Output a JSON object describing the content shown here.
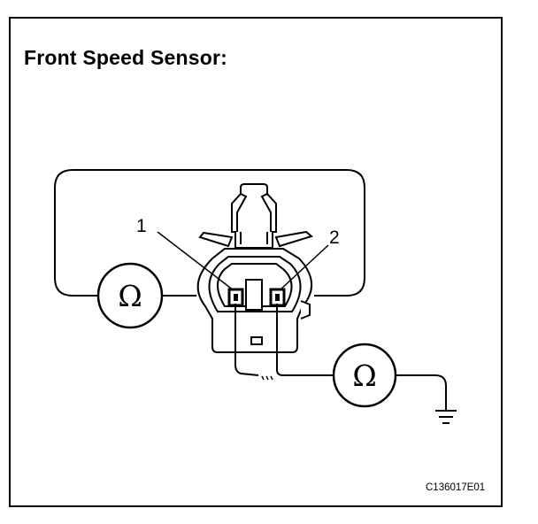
{
  "title": "Front Speed Sensor:",
  "figure_code": "C136017E01",
  "terminals": [
    {
      "label": "1"
    },
    {
      "label": "2"
    }
  ],
  "meters": [
    {
      "symbol": "Ω",
      "name": "ohmmeter between terminals"
    },
    {
      "symbol": "Ω",
      "name": "ohmmeter terminal to ground"
    }
  ]
}
